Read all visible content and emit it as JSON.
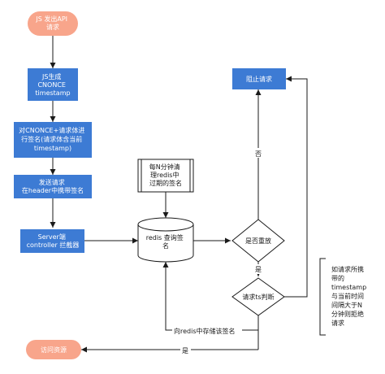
{
  "nodes": {
    "start": {
      "lines": [
        "JS 发出API",
        "请求"
      ],
      "fill": "#f8a58b"
    },
    "js_gen": {
      "lines": [
        "JS生成",
        "CNONCE",
        "timestamp"
      ],
      "fill": "#3d7bd4"
    },
    "sign": {
      "lines": [
        "对CNONCE+请求体进",
        "行签名(请求体含当前",
        "timestamp)"
      ],
      "fill": "#3d7bd4"
    },
    "send": {
      "lines": [
        "发送请求",
        "在header中携带签名"
      ],
      "fill": "#3d7bd4"
    },
    "server": {
      "lines": [
        "Server端",
        "controller 拦截器"
      ],
      "fill": "#3d7bd4"
    },
    "block": {
      "lines": [
        "阻止请求"
      ],
      "fill": "#3d7bd4"
    },
    "cleanup": {
      "lines": [
        "每N分钟清",
        "理redis中",
        "过期的签名"
      ]
    },
    "redis": {
      "lines": [
        "redis 查询签",
        "名"
      ]
    },
    "dup": {
      "lines": [
        "是否重放"
      ]
    },
    "ts": {
      "lines": [
        "请求ts判断"
      ]
    },
    "access": {
      "lines": [
        "访问资源"
      ],
      "fill": "#f8a58b"
    }
  },
  "edge_labels": {
    "no": "否",
    "yes_dup": "是",
    "store": "向redis中存储该签名",
    "yes_access": "是"
  },
  "annotation": [
    "如请求所携",
    "带的",
    "timestamp",
    "与当前时间",
    "间隔大于N",
    "分钟则拒绝",
    "请求"
  ],
  "colors": {
    "process": "#3d7bd4",
    "terminal": "#f8a58b",
    "stroke": "#1a1a1a"
  }
}
